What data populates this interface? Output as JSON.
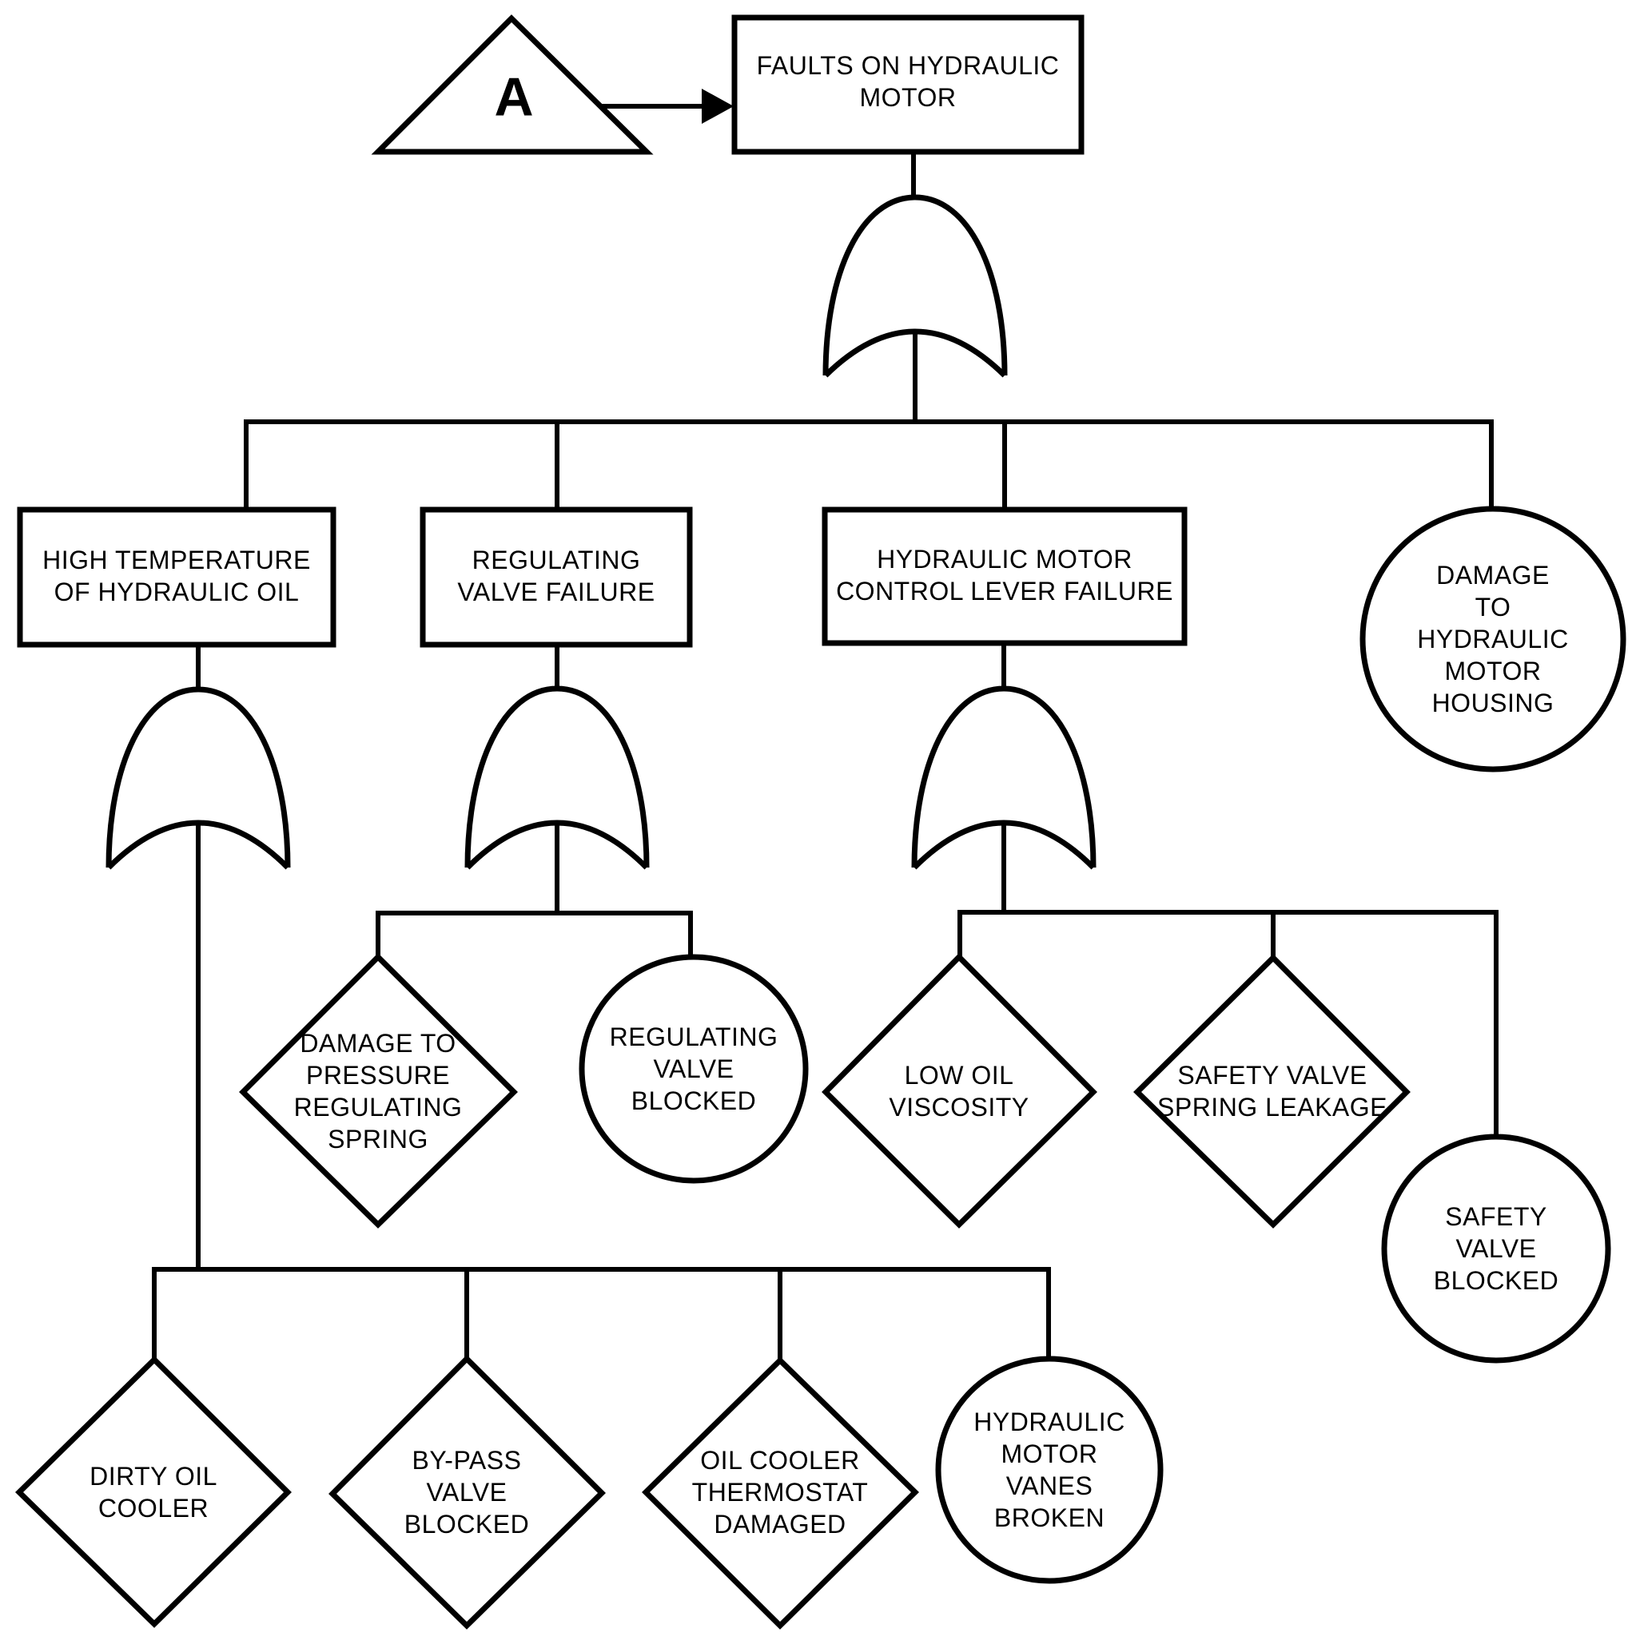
{
  "diagram": {
    "title_hint": "fault-tree",
    "colors": {
      "line": "#000000",
      "background": "#ffffff"
    },
    "nodes": {
      "transfer": {
        "label": "A",
        "type": "transfer-triangle"
      },
      "top_event": {
        "label": "FAULTS ON HYDRAULIC\nMOTOR",
        "type": "rectangle"
      },
      "high_temp": {
        "label": "HIGH TEMPERATURE\nOF HYDRAULIC OIL",
        "type": "rectangle"
      },
      "regulating_valve_failure": {
        "label": "REGULATING\nVALVE FAILURE",
        "type": "rectangle"
      },
      "control_lever_failure": {
        "label": "HYDRAULIC MOTOR\nCONTROL LEVER FAILURE",
        "type": "rectangle"
      },
      "motor_housing_damage": {
        "label": "DAMAGE TO\nHYDRAULIC\nMOTOR HOUSING",
        "type": "circle"
      },
      "pressure_spring_damage": {
        "label": "DAMAGE TO\nPRESSURE\nREGULATING\nSPRING",
        "type": "diamond"
      },
      "regulating_valve_blocked": {
        "label": "REGULATING\nVALVE\nBLOCKED",
        "type": "circle"
      },
      "low_oil_viscosity": {
        "label": "LOW OIL\nVISCOSITY",
        "type": "diamond"
      },
      "safety_valve_spring_leakage": {
        "label": "SAFETY VALVE\nSPRING LEAKAGE",
        "type": "diamond"
      },
      "safety_valve_blocked": {
        "label": "SAFETY VALVE\nBLOCKED",
        "type": "circle"
      },
      "dirty_oil_cooler": {
        "label": "DIRTY OIL\nCOOLER",
        "type": "diamond"
      },
      "bypass_valve_blocked": {
        "label": "BY-PASS\nVALVE\nBLOCKED",
        "type": "diamond"
      },
      "oil_cooler_thermostat": {
        "label": "OIL COOLER\nTHERMOSTAT\nDAMAGED",
        "type": "diamond"
      },
      "motor_vanes_broken": {
        "label": "HYDRAULIC\nMOTOR\nVANES\nBROKEN",
        "type": "circle"
      }
    },
    "gates": [
      {
        "name": "top-or-gate",
        "type": "OR"
      },
      {
        "name": "high-temp-or-gate",
        "type": "OR"
      },
      {
        "name": "regulating-valve-or-gate",
        "type": "OR"
      },
      {
        "name": "control-lever-or-gate",
        "type": "OR"
      }
    ]
  }
}
